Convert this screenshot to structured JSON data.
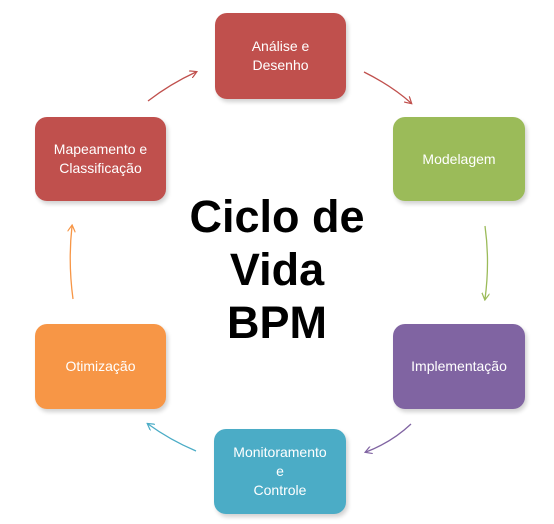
{
  "diagram": {
    "title": "Ciclo de\nVida\nBPM",
    "nodes": [
      {
        "id": "analise",
        "label": "Análise e\nDesenho",
        "color": "#c0504d"
      },
      {
        "id": "modelagem",
        "label": "Modelagem",
        "color": "#9bbb59"
      },
      {
        "id": "implement",
        "label": "Implementação",
        "color": "#8064a2"
      },
      {
        "id": "monitor",
        "label": "Monitoramento\ne\nControle",
        "color": "#4bacc6"
      },
      {
        "id": "otimiz",
        "label": "Otimização",
        "color": "#f79646"
      },
      {
        "id": "mapeam",
        "label": "Mapeamento e\nClassificação",
        "color": "#c0504d"
      }
    ],
    "arrow_colors": {
      "analise_to_modelagem": "#c0504d",
      "modelagem_to_implement": "#9bbb59",
      "implement_to_monitor": "#8064a2",
      "monitor_to_otimiz": "#4bacc6",
      "otimiz_to_mapeam": "#f79646",
      "mapeam_to_analise": "#c0504d"
    }
  }
}
